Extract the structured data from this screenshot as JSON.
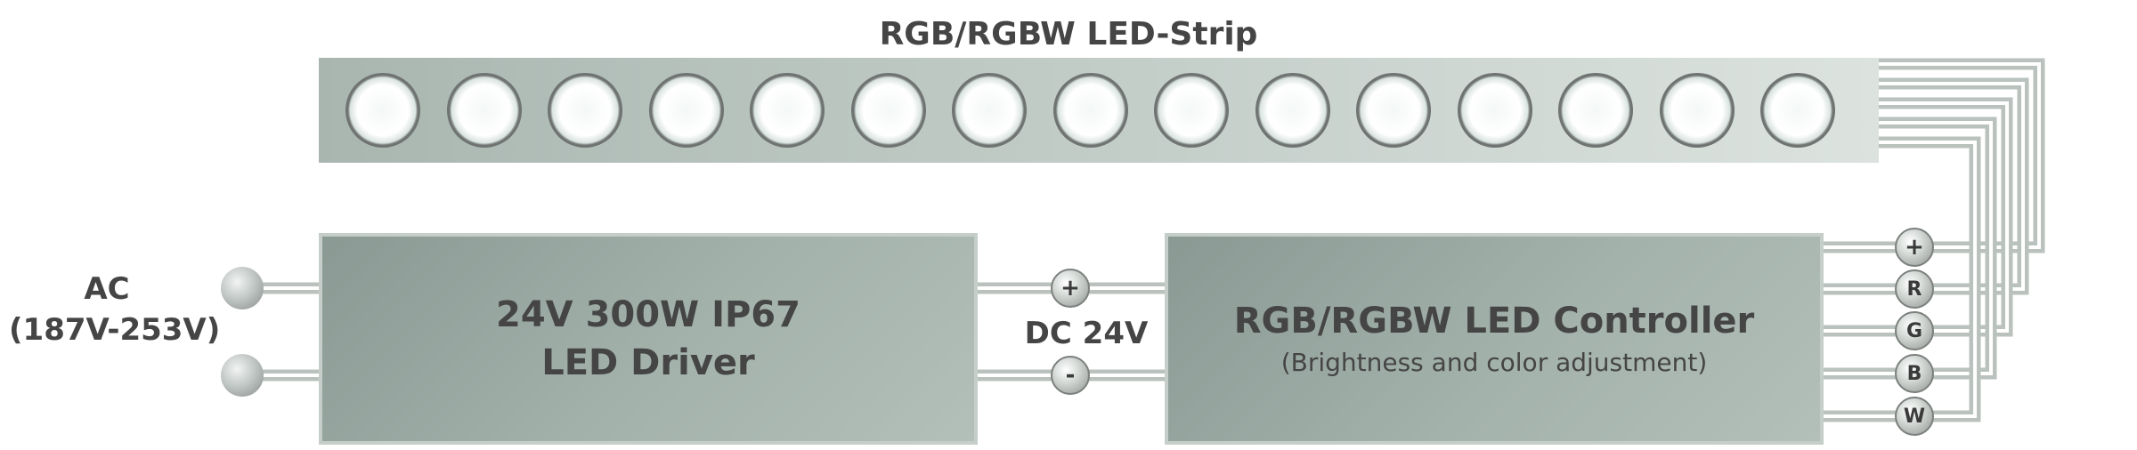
{
  "strip": {
    "title": "RGB/RGBW LED-Strip",
    "led_count": 15
  },
  "power_input": {
    "line1": "AC",
    "line2": "(187V-253V)"
  },
  "driver": {
    "line1": "24V 300W IP67",
    "line2": "LED Driver"
  },
  "dc_output": {
    "label": "DC 24V",
    "plus": "+",
    "minus": "-"
  },
  "controller": {
    "title": "RGB/RGBW LED Controller",
    "subtitle": "(Brightness and color adjustment)",
    "terminals": [
      "+",
      "R",
      "G",
      "B",
      "W"
    ]
  },
  "colors": {
    "box_fill": "#9aa8a2",
    "strip_fill": "#c5cfca",
    "wire": "#a7b1ac",
    "text": "#454545"
  }
}
